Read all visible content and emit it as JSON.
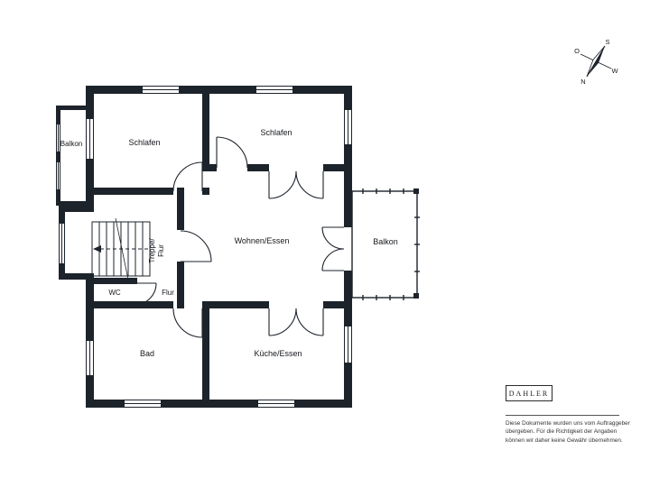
{
  "colors": {
    "wall": "#1d232b",
    "text": "#15181c"
  },
  "rooms": {
    "balkon_left": "Balkon",
    "schlafen_left": "Schlafen",
    "schlafen_right": "Schlafen",
    "wohnen_essen": "Wohnen/Essen",
    "balkon_right": "Balkon",
    "treppe_line1": "Treppe/",
    "treppe_line2": "Flur",
    "wc": "WC",
    "flur": "Flur",
    "bad": "Bad",
    "kueche_essen": "Küche/Essen"
  },
  "compass": {
    "north": "N",
    "east": "O",
    "south": "S",
    "west": "W"
  },
  "branding": {
    "logo": "DAHLER",
    "disclaimer_lines": [
      "Diese Dokumente wurden uns vom Auftraggeber",
      "übergeben. Für die Richtigkeit der Angaben",
      "können wir daher keine Gewähr übernehmen."
    ]
  }
}
